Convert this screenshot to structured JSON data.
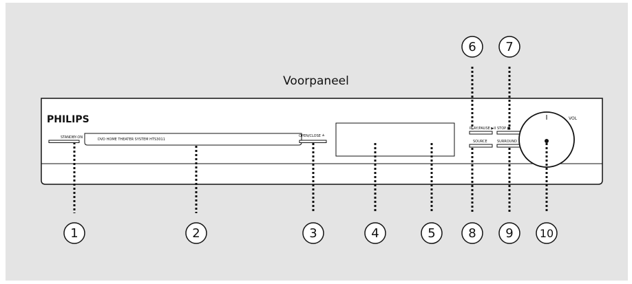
{
  "title": "Voorpaneel",
  "device": {
    "brand": "PHILIPS",
    "labels": {
      "standby": "STANDBY-ON",
      "tray_text": "DVD HOME THEATER SYSTEM HTS3011",
      "open_close": "OPEN/CLOSE ≜",
      "play_pause": "PLAY/PAUSE ▶II",
      "stop": "STOP ■",
      "source": "SOURCE",
      "surround": "SURROUND",
      "vol": "VOL"
    }
  },
  "callouts": [
    "1",
    "2",
    "3",
    "4",
    "5",
    "6",
    "7",
    "8",
    "9",
    "10"
  ],
  "colors": {
    "background": "#e4e4e4",
    "device_face": "#ffffff",
    "outline": "#111111"
  }
}
